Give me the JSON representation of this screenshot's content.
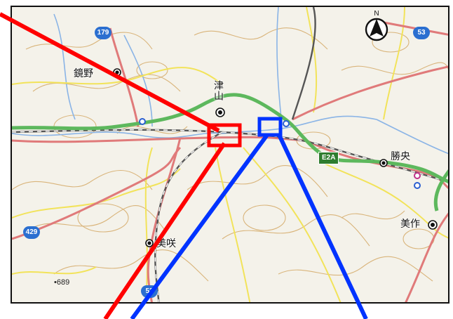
{
  "map": {
    "places": [
      {
        "id": "kagamino",
        "label": "鏡野"
      },
      {
        "id": "tsuyama",
        "label": "津山"
      },
      {
        "id": "shoo",
        "label": "勝央"
      },
      {
        "id": "misaki",
        "label": "美咲"
      },
      {
        "id": "mimasaka",
        "label": "美作"
      }
    ],
    "route_shields": [
      "179",
      "53",
      "429",
      "53"
    ],
    "expressway": "E2A",
    "elevation": "•689",
    "compass_letter": "N"
  },
  "colors": {
    "highlight_red": "#ff0000",
    "highlight_blue": "#0033ff",
    "expressway_green": "#5db85d",
    "national_road": "#e07a7a",
    "prefectural_road": "#f2e35a",
    "river": "#8ab4e6",
    "railway": "#555555",
    "contour": "#d9b47a"
  }
}
